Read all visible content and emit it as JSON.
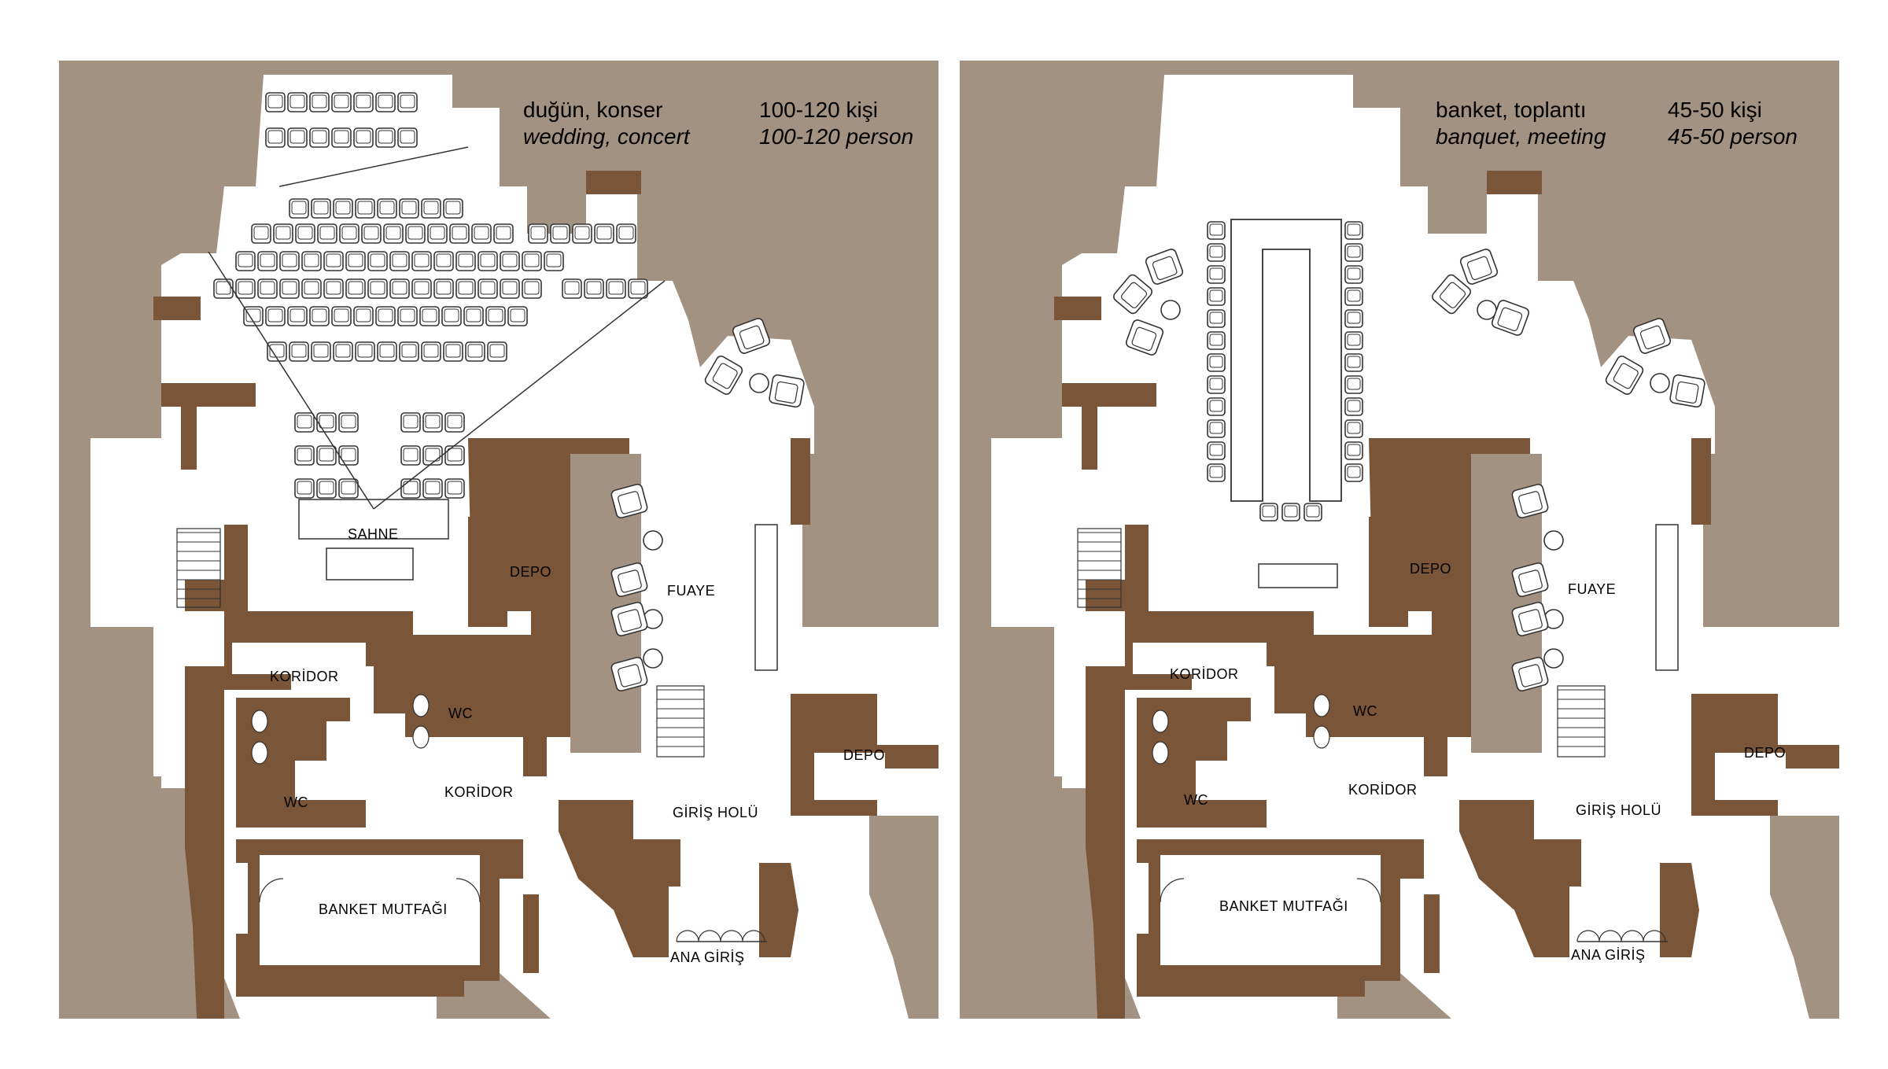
{
  "colors": {
    "background": "#a39281",
    "wall": "#7a5537",
    "floor": "#ffffff",
    "lines": "#333333"
  },
  "plans": [
    {
      "event_tr": "duğün, konser",
      "event_en": "wedding, concert",
      "capacity_tr": "100-120 kişi",
      "capacity_en": "100-120 person",
      "layout": "theater",
      "rooms": {
        "sahne": "SAHNE",
        "depo_inner": "DEPO",
        "fuaye": "FUAYE",
        "koridor_top": "KORİDOR",
        "wc_top": "WC",
        "wc_bottom": "WC",
        "koridor_bottom": "KORİDOR",
        "depo_right": "DEPO",
        "giris_holu": "GİRİŞ HOLÜ",
        "banket_mutfagi": "BANKET MUTFAĞI",
        "ana_giris": "ANA GİRİŞ"
      }
    },
    {
      "event_tr": "banket, toplantı",
      "event_en": "banquet, meeting",
      "capacity_tr": "45-50 kişi",
      "capacity_en": "45-50 person",
      "layout": "u-shape",
      "rooms": {
        "depo_inner": "DEPO",
        "fuaye": "FUAYE",
        "koridor_top": "KORİDOR",
        "wc_top": "WC",
        "wc_bottom": "WC",
        "koridor_bottom": "KORİDOR",
        "depo_right": "DEPO",
        "giris_holu": "GİRİŞ HOLÜ",
        "banket_mutfagi": "BANKET MUTFAĞI",
        "ana_giris": "ANA GİRİŞ"
      }
    }
  ]
}
